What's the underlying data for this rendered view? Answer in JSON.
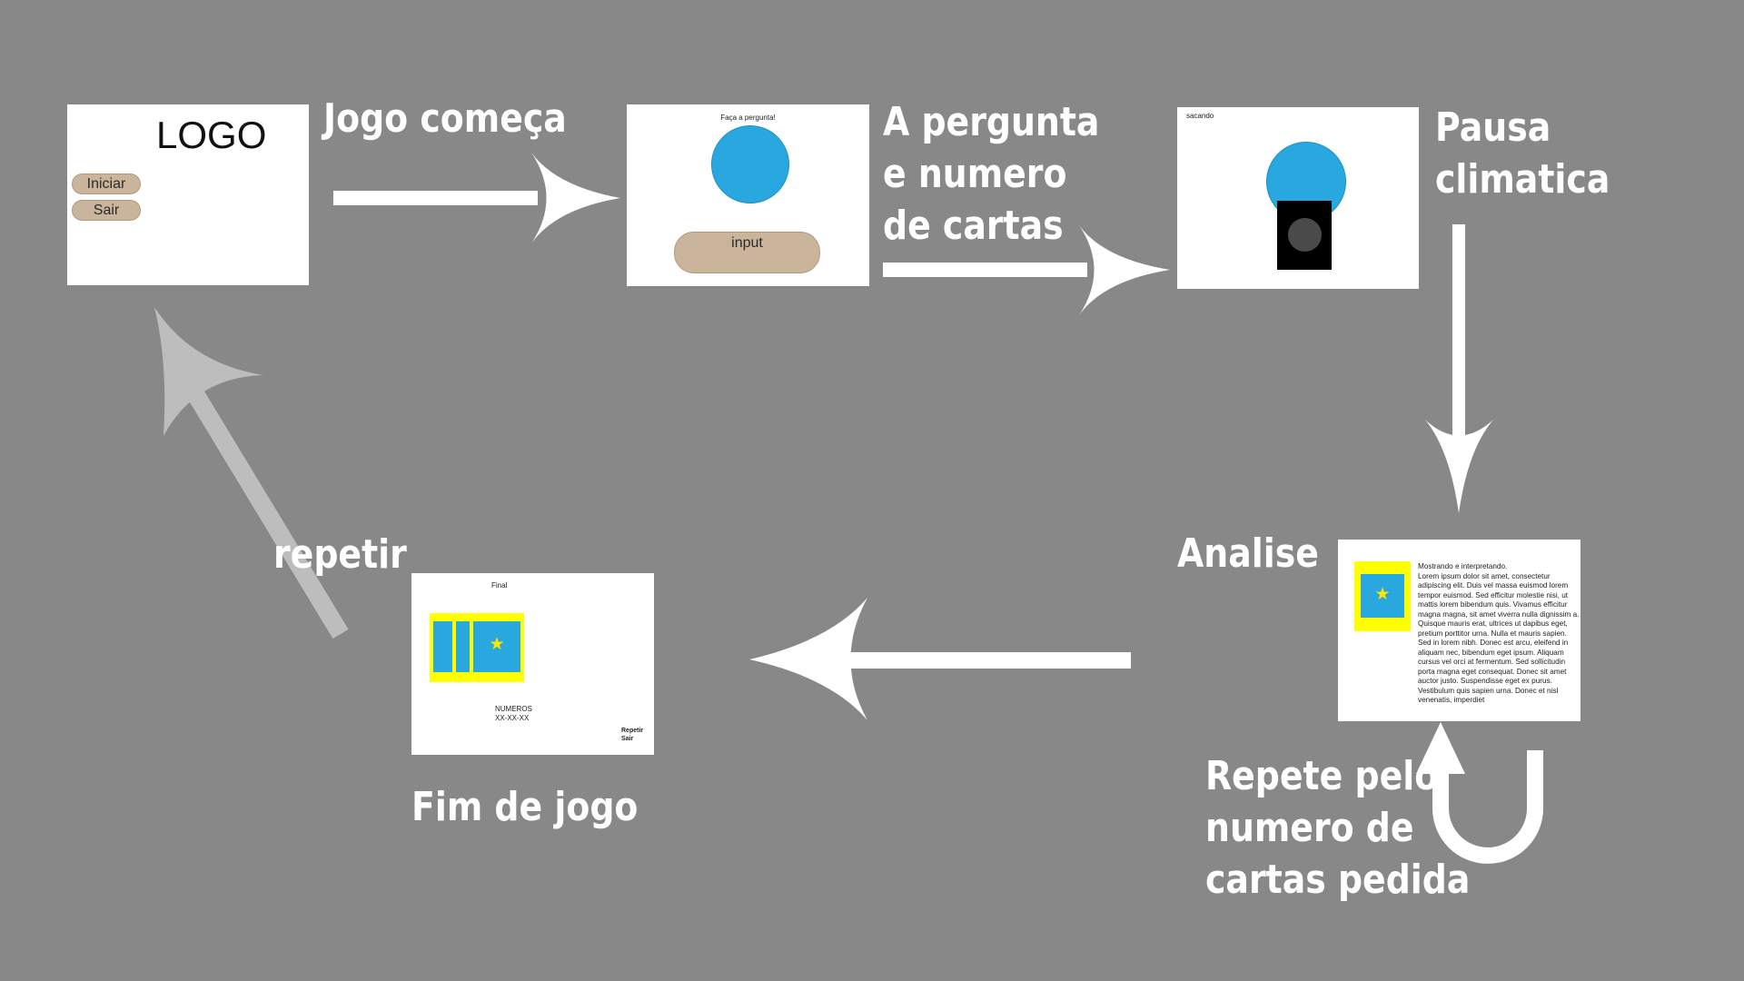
{
  "screens": {
    "start": {
      "logo": "LOGO",
      "btn_start": "Iniciar",
      "btn_exit": "Sair"
    },
    "question": {
      "prompt": "Faça a pergunta!",
      "input_label": "input"
    },
    "drawing": {
      "status": "sacando"
    },
    "analysis": {
      "heading": "Mostrando e interpretando.",
      "body": "Lorem ipsum dolor sit amet, consectetur adipiscing elit. Duis vel massa euismod lorem tempor euismod. Sed efficitur molestie nisi, ut mattis lorem bibendum quis. Vivamus efficitur magna magna, sit amet viverra nulla dignissim a. Quisque mauris erat, ultrices ut dapibus eget, pretium porttitor urna. Nulla et mauris sapien. Sed in lorem nibh. Donec est arcu, eleifend in aliquam nec, bibendum eget ipsum. Aliquam cursus vel orci at fermentum. Sed sollicitudin porta magna eget consequat. Donec sit amet auctor justo. Suspendisse eget ex purus. Vestibulum quis sapien urna. Donec et nisl venenatis, imperdiet"
    },
    "final": {
      "title": "Final",
      "numbers_label": "NUMEROS",
      "numbers_value": "XX-XX-XX",
      "btn_repeat": "Repetir",
      "btn_exit": "Sair"
    }
  },
  "flow_labels": {
    "game_starts": "Jogo começa",
    "question_cards": [
      "A pergunta",
      "e numero",
      "de cartas"
    ],
    "climactic_pause": [
      "Pausa",
      "climatica"
    ],
    "analysis": "Analise",
    "repeat_cards": [
      "Repete pelo",
      "numero de",
      "cartas pedida"
    ],
    "end_game": "Fim de jogo",
    "repeat": "repetir"
  },
  "colors": {
    "background": "#888888",
    "card_blue": "#29a8e0",
    "card_yellow": "#ffff00",
    "star_yellow": "#ffe600",
    "button_tan": "#cbb49c",
    "arrow_white": "#ffffff",
    "arrow_light_gray": "#bdbdbd"
  }
}
